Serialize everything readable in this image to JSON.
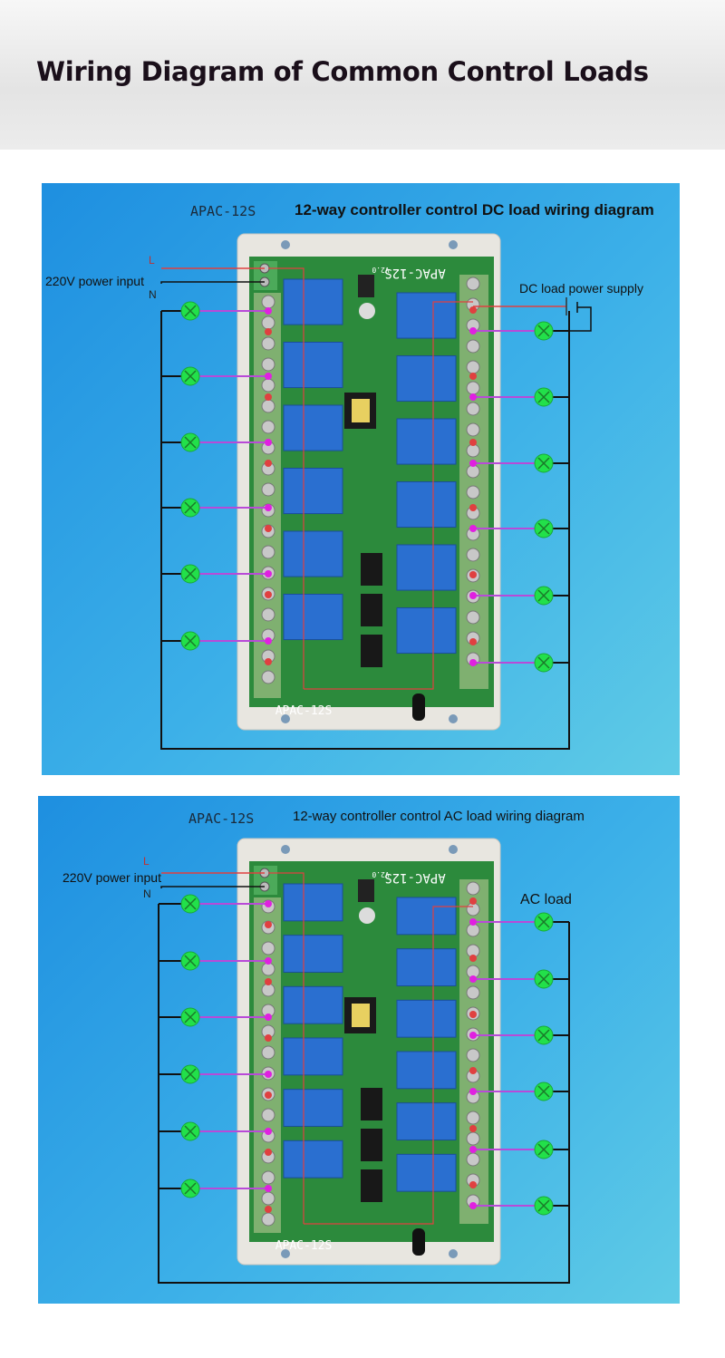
{
  "header": {
    "title": "Wiring Diagram of Common Control Loads"
  },
  "diagrams": [
    {
      "model": "APAC-12S",
      "title": "12-way controller control DC load wiring diagram",
      "power_label": "220V power input",
      "line_label": "L",
      "neutral_label": "N",
      "load_label": "DC load power supply",
      "board_label": "APAC-12S",
      "board_top": "APAC-12S",
      "version": "V2.0",
      "channels": 12
    },
    {
      "model": "APAC-12S",
      "title": "12-way controller control AC load wiring diagram",
      "power_label": "220V power input",
      "line_label": "L",
      "neutral_label": "N",
      "load_label": "AC load",
      "board_label": "APAC-12S",
      "board_top": "APAC-12S",
      "version": "V2.0",
      "channels": 12
    }
  ],
  "colors": {
    "lamp": "#22e04a",
    "signal_wire": "#b84ad8",
    "bus_wire": "#111111",
    "line_wire": "#e04040",
    "pcb": "#2c8a3c",
    "relay": "#2a6fd0"
  }
}
